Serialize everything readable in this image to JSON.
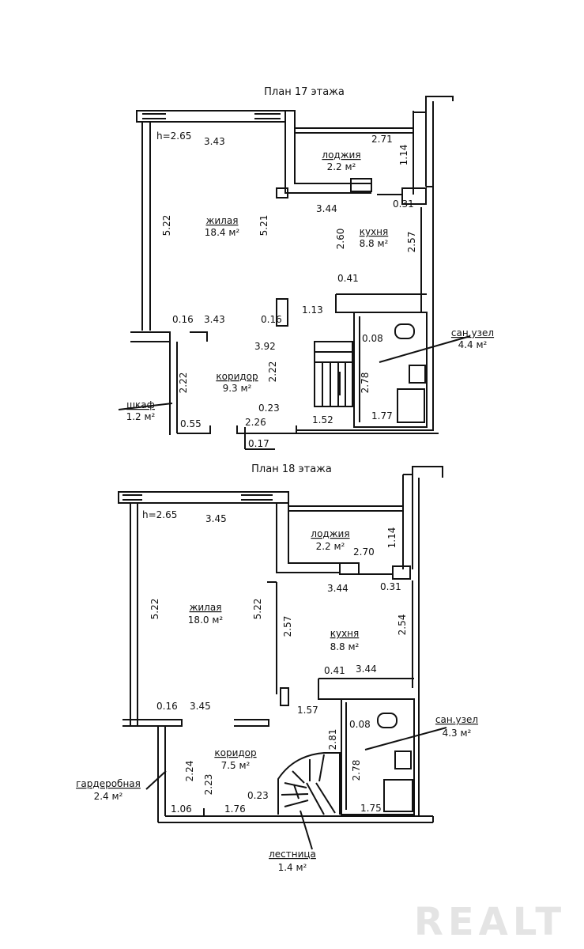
{
  "plans": [
    {
      "title": "План 17 этажа",
      "height_label": "h=2.65",
      "rooms": [
        {
          "name": "жилая",
          "area": "18.4 м²"
        },
        {
          "name": "лоджия",
          "area": "2.2 м²"
        },
        {
          "name": "кухня",
          "area": "8.8 м²"
        },
        {
          "name": "сан.узел",
          "area": "4.4 м²"
        },
        {
          "name": "коридор",
          "area": "9.3 м²"
        },
        {
          "name": "шкаф",
          "area": "1.2 м²"
        }
      ],
      "dims": [
        "3.43",
        "5.22",
        "5.21",
        "2.71",
        "1.14",
        "3.44",
        "0.31",
        "2.60",
        "2.57",
        "0.41",
        "0.16",
        "3.43",
        "0.16",
        "1.13",
        "3.92",
        "0.08",
        "2.22",
        "2.22",
        "2.78",
        "0.23",
        "0.55",
        "2.26",
        "1.52",
        "1.77",
        "0.17"
      ]
    },
    {
      "title": "План 18 этажа",
      "height_label": "h=2.65",
      "rooms": [
        {
          "name": "жилая",
          "area": "18.0 м²"
        },
        {
          "name": "лоджия",
          "area": "2.2 м²"
        },
        {
          "name": "кухня",
          "area": "8.8 м²"
        },
        {
          "name": "сан.узел",
          "area": "4.3 м²"
        },
        {
          "name": "коридор",
          "area": "7.5 м²"
        },
        {
          "name": "гардеробная",
          "area": "2.4 м²"
        },
        {
          "name": "лестница",
          "area": "1.4 м²"
        }
      ],
      "dims": [
        "3.45",
        "5.22",
        "5.22",
        "2.70",
        "1.14",
        "3.44",
        "0.31",
        "2.57",
        "2.54",
        "0.41",
        "3.44",
        "0.16",
        "3.45",
        "1.57",
        "0.08",
        "2.81",
        "2.24",
        "2.23",
        "2.78",
        "0.23",
        "1.06",
        "1.76",
        "1.75"
      ]
    }
  ],
  "watermark": "REALT"
}
